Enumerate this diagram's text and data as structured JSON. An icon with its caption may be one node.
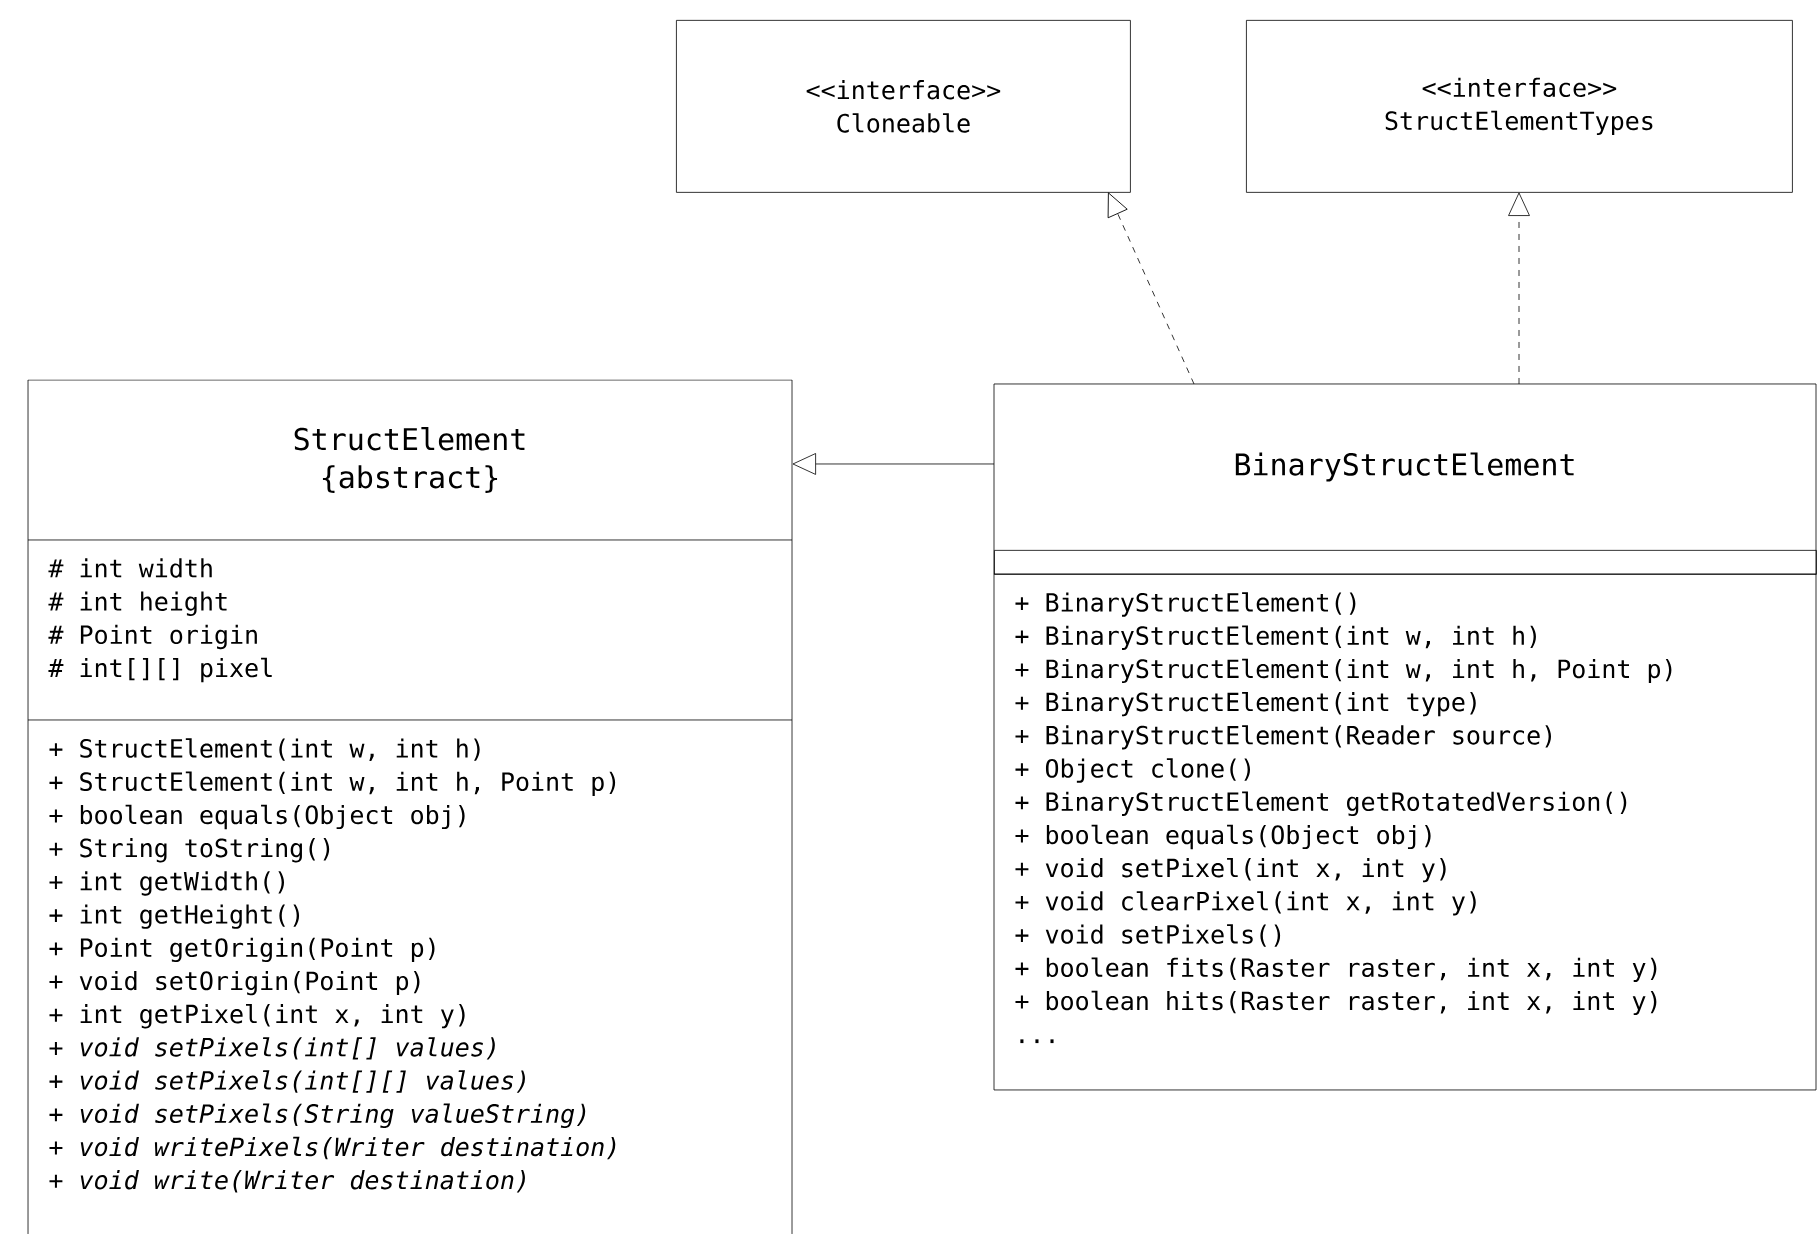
{
  "diagram": {
    "nodes": [
      {
        "text": [
          "<<interface>>",
          "Cloneable"
        ]
      },
      {
        "text": [
          "<<interface>>",
          "StructElementTypes"
        ]
      },
      {
        "text": [
          "StructElement",
          "{abstract}"
        ]
      },
      {
        "text": [
          "# int width",
          "# int height",
          "# Point origin",
          "# int[][] pixel"
        ],
        "in": 2
      },
      {
        "text": [
          "+ StructElement(int w, int h)",
          "+ StructElement(int w, int h, Point p)",
          "+ boolean equals(Object obj)",
          "+ String toString()",
          "+ int getWidth()",
          "+ int getHeight()",
          "+ Point getOrigin(Point p)",
          "+ void setOrigin(Point p)",
          "+ int getPixel(int x, int y)",
          "+ *void setPixels(int[] values)*",
          "+ *void setPixels(int[][] values)*",
          "+ *void setPixels(String valueString)*",
          "+ *void writePixels(Writer destination)*",
          "+ *void write(Writer destination)*"
        ],
        "in": 2
      },
      {
        "text": [
          "BinaryStructElement"
        ]
      },
      {
        "text": [],
        "shape": "box",
        "in": 5
      },
      {
        "text": [
          "+ BinaryStructElement()",
          "+ BinaryStructElement(int w, int h)",
          "+ BinaryStructElement(int w, int h, Point p)",
          "+ BinaryStructElement(int type)",
          "+ BinaryStructElement(Reader source)",
          "+ Object clone()",
          "+ BinaryStructElement getRotatedVersion()",
          "+ boolean equals(Object obj)",
          "+ void setPixel(int x, int y)",
          "+ void clearPixel(int x, int y)",
          "+ void setPixels()",
          "+ boolean fits(Raster raster, int x, int y)",
          "+ boolean hits(Raster raster, int x, int y)",
          "..."
        ],
        "in": 5
      }
    ],
    "edges": [
      {
        "from": 5,
        "to": 2,
        "arrow": "to"
      },
      {
        "from": 5,
        "to": 0,
        "arrow": "to",
        "style": "dashed"
      },
      {
        "from": 5,
        "to": 1,
        "arrow": "to",
        "style": "dashed"
      }
    ]
  }
}
